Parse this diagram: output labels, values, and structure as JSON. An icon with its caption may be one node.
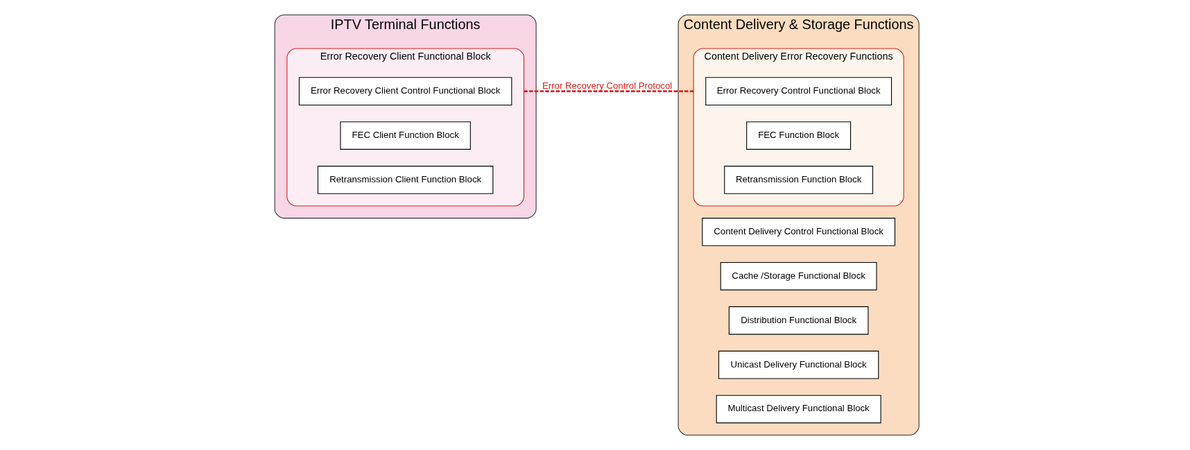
{
  "diagram": {
    "nodes": [
      {
        "text": [
          "IPTV Terminal Functions"
        ]
      },
      {
        "text": [
          "Error Recovery Client Functional Block"
        ],
        "in": 0
      },
      {
        "text": [
          "Error Recovery Client Control Functional Block"
        ],
        "in": 1
      },
      {
        "text": [
          "FEC Client Function Block"
        ],
        "in": 1
      },
      {
        "text": [
          "Retransmission Client Function Block"
        ],
        "in": 1
      },
      {
        "text": [
          "Content Delivery & Storage Functions"
        ]
      },
      {
        "text": [
          "Content Delivery Control Functional Block"
        ],
        "in": 5
      },
      {
        "text": [
          "Cache /Storage Functional Block"
        ],
        "in": 5
      },
      {
        "text": [
          "Distribution Functional Block"
        ],
        "in": 5
      },
      {
        "text": [
          "Content Delivery Error Recovery Functions"
        ],
        "in": 5
      },
      {
        "text": [
          "Error Recovery Control Functional Block"
        ],
        "in": 9
      },
      {
        "text": [
          "FEC Function Block"
        ],
        "in": 9
      },
      {
        "text": [
          "Retransmission Function Block"
        ],
        "in": 9
      },
      {
        "text": [
          "Unicast Delivery Functional Block"
        ],
        "in": 5
      },
      {
        "text": [
          "Multicast Delivery Functional Block"
        ],
        "in": 5
      }
    ],
    "edges": [
      {
        "from": 1,
        "to": 9,
        "arrow": "none",
        "label": "Error Recovery Control Protocol",
        "style": "dashed",
        "color": "#e02020"
      }
    ]
  }
}
